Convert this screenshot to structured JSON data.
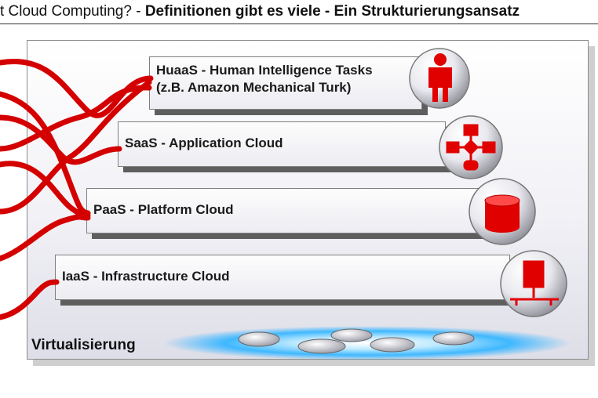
{
  "header": {
    "title_plain": "t Cloud Computing? - ",
    "title_bold": "Definitionen gibt es viele - Ein Strukturierungsansatz"
  },
  "layers": [
    {
      "id": "huaas",
      "line1": "HuaaS - Human Intelligence Tasks",
      "line2": "(z.B. Amazon Mechanical Turk)",
      "icon": "person-icon"
    },
    {
      "id": "saas",
      "label": "SaaS - Application Cloud",
      "icon": "flowchart-icon"
    },
    {
      "id": "paas",
      "label": "PaaS - Platform Cloud",
      "icon": "database-cylinder-icon"
    },
    {
      "id": "iaas",
      "label": "IaaS - Infrastructure Cloud",
      "icon": "network-server-icon"
    }
  ],
  "base": {
    "label": "Virtualisierung",
    "icon": "cloud-pool-icon"
  },
  "colors": {
    "accent": "#e00000",
    "wire": "#d40000",
    "cloud_glow": "#3fb8ff"
  }
}
